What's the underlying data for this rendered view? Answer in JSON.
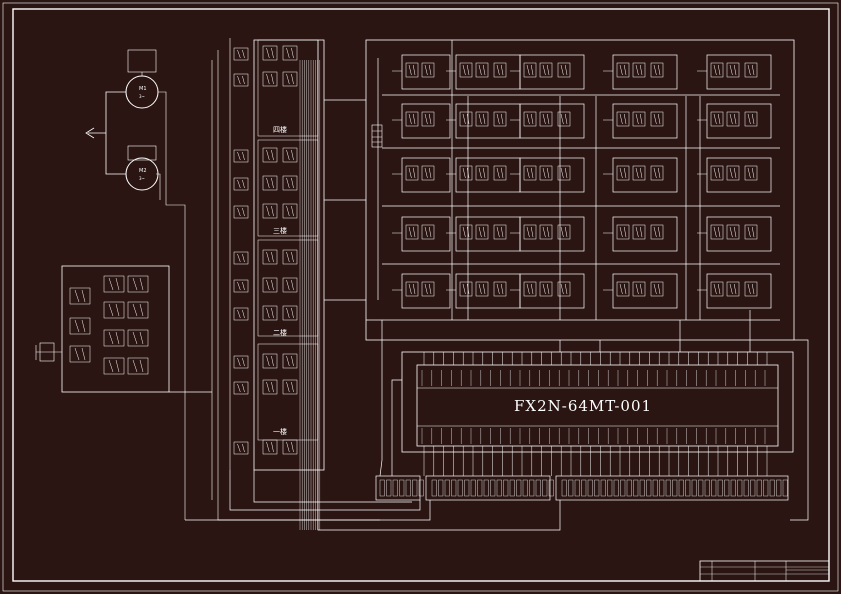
{
  "colors": {
    "background": "#2a1512",
    "lines": "#ffffff"
  },
  "plc": {
    "model": "FX2N-64MT-001"
  },
  "floors": {
    "fourth": "四楼",
    "third": "三楼",
    "second": "二楼",
    "first": "一楼"
  },
  "motors": {
    "m1": {
      "label": "M1",
      "phase": "3~"
    },
    "m2": {
      "label": "M2",
      "phase": "3~"
    }
  }
}
